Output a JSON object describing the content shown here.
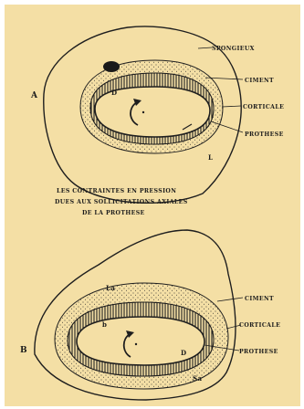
{
  "figure": {
    "panel_a": {
      "panel_label": "A",
      "labels": {
        "spongieux": "SPONGIEUX",
        "ciment": "CIMENT",
        "corticale": "CORTICALE",
        "prothese": "PROTHESE"
      },
      "point_labels": {
        "d": "D",
        "l": "L"
      }
    },
    "caption": {
      "line1": "LES CONTRAINTES EN PRESSION",
      "line2": "DUES AUX SOLLICITATIONS AXIALES",
      "line3": "DE LA PROTHESE"
    },
    "panel_b": {
      "panel_label": "B",
      "labels": {
        "ciment": "CIMENT",
        "corticale": "CORTICALE",
        "prothese": "PROTHESE"
      },
      "point_labels": {
        "la": "La",
        "b": "b",
        "d": "D",
        "sa": "Sa"
      }
    }
  }
}
